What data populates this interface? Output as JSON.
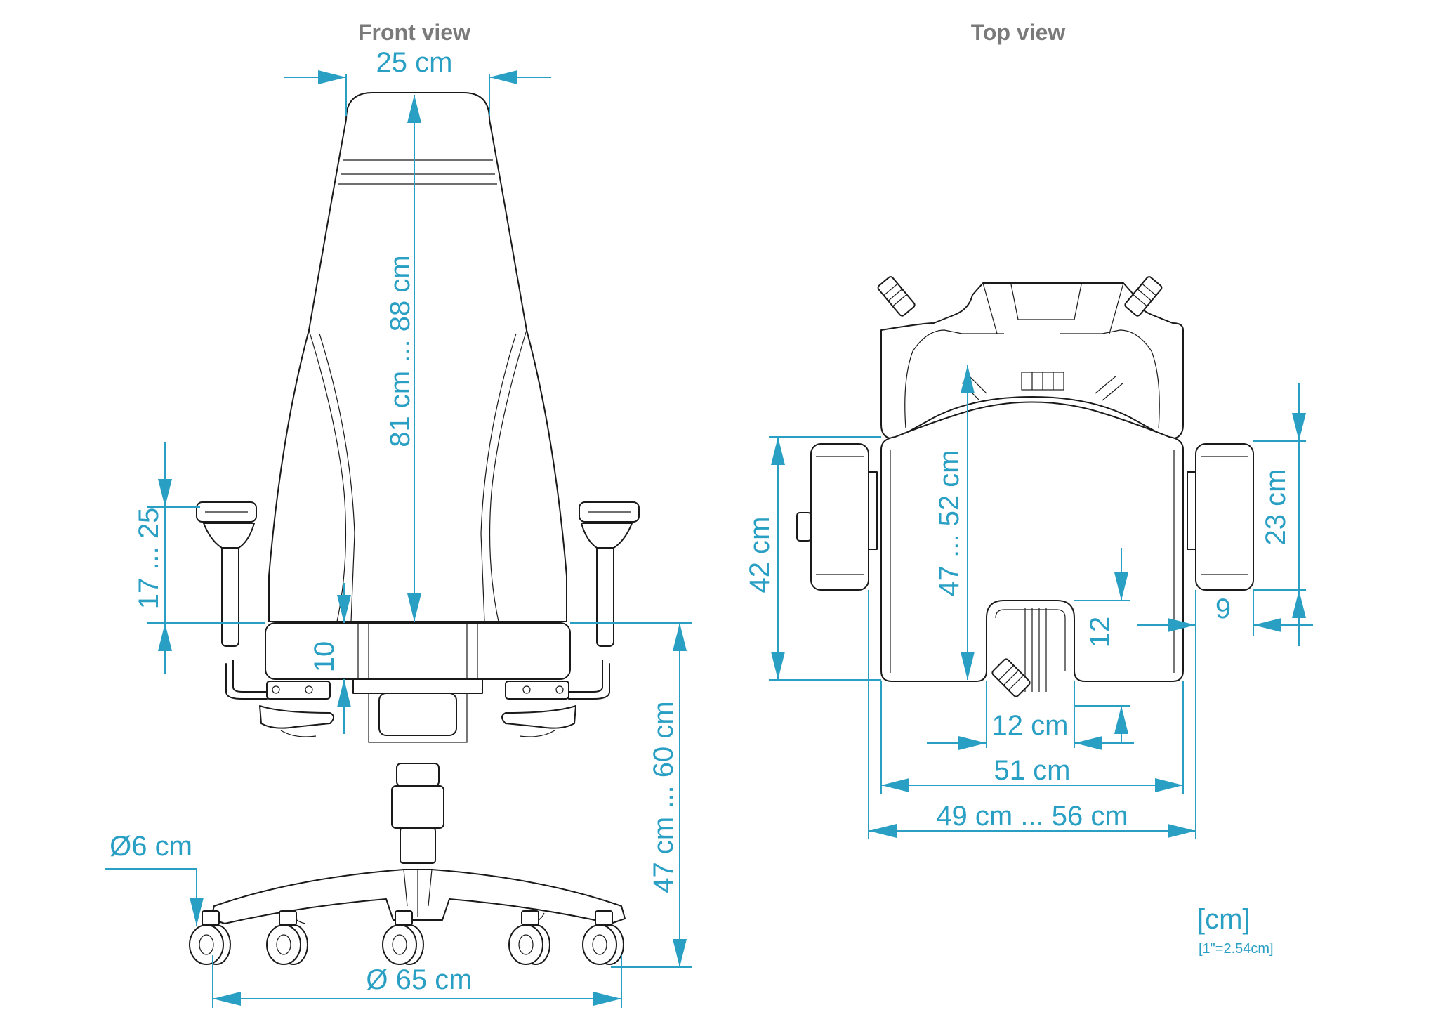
{
  "views": {
    "front_title": "Front view",
    "top_title": "Top view"
  },
  "front_dims": {
    "headrest_width": "25 cm",
    "back_height": "81 cm ... 88 cm",
    "armrest_height": "17 ... 25",
    "seat_gap": "10",
    "seat_height": "47 cm ... 60 cm",
    "caster_diameter": "Ø6 cm",
    "base_diameter": "Ø 65 cm"
  },
  "top_dims": {
    "armrest_length": "42 cm",
    "seat_depth": "47 ... 52 cm",
    "armpad_length": "23 cm",
    "armpad_width": "9",
    "cutout_depth": "12",
    "cutout_width": "12 cm",
    "seat_width": "51 cm",
    "arm_span": "49 cm ... 56 cm"
  },
  "units": {
    "label": "[cm]",
    "conversion": "[1\"=2.54cm]"
  },
  "colors": {
    "dimension": "#2a9fc4",
    "outline": "#1a1a1a",
    "title": "#7a7a7a"
  }
}
